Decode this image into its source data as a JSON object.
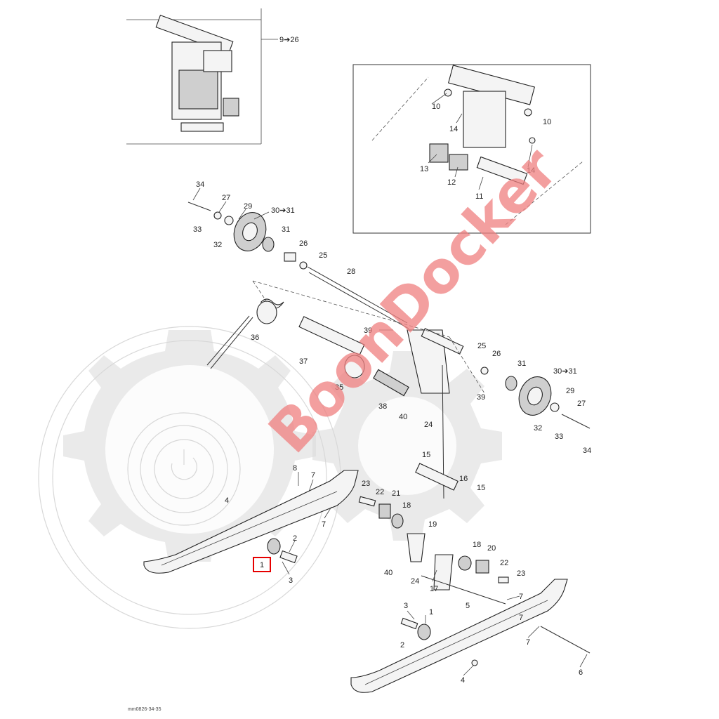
{
  "watermark": {
    "text": "BoonDocker",
    "color": "#f08080"
  },
  "figure_code": "mm0826-34-35",
  "highlighted_callout": "1",
  "callouts": {
    "c1": "9➔26",
    "c2": "10",
    "c3": "14",
    "c4": "10",
    "c5": "13",
    "c6": "12",
    "c7": "14",
    "c8": "11",
    "c9": "34",
    "c10": "27",
    "c11": "29",
    "c12": "30➔31",
    "c13": "33",
    "c14": "32",
    "c15": "31",
    "c16": "26",
    "c17": "25",
    "c18": "28",
    "c19": "36",
    "c20": "37",
    "c21": "39",
    "c22": "35",
    "c23": "25",
    "c24": "26",
    "c25": "31",
    "c26": "30➔31",
    "c27": "29",
    "c28": "27",
    "c29": "32",
    "c30": "33",
    "c31": "34",
    "c32": "38",
    "c33": "40",
    "c34": "24",
    "c35": "39",
    "c36": "15",
    "c37": "16",
    "c38": "15",
    "c39": "8",
    "c40": "7",
    "c41": "23",
    "c42": "22",
    "c43": "21",
    "c44": "18",
    "c45": "19",
    "c46": "4",
    "c47": "7",
    "c48": "2",
    "c49": "1",
    "c50": "3",
    "c51": "18",
    "c52": "20",
    "c53": "22",
    "c54": "23",
    "c55": "40",
    "c56": "24",
    "c57": "17",
    "c58": "7",
    "c59": "5",
    "c60": "7",
    "c61": "3",
    "c62": "1",
    "c63": "2",
    "c64": "7",
    "c65": "4",
    "c66": "6"
  }
}
